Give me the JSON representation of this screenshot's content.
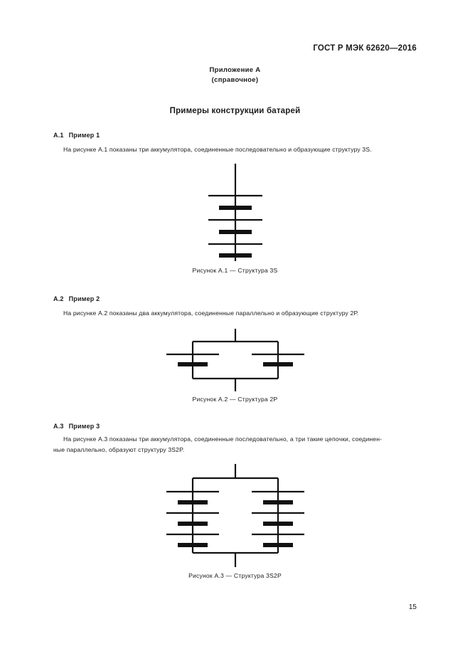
{
  "header": {
    "standard_title": "ГОСТ Р МЭК 62620—2016"
  },
  "annex": {
    "title": "Приложение А",
    "subtitle": "(справочное)",
    "heading": "Примеры конструкции батарей"
  },
  "sections": [
    {
      "number": "А.1",
      "title": "Пример 1",
      "text": "На рисунке А.1 показаны три аккумулятора, соединенные последовательно и образующие структуру 3S.",
      "figure_caption": "Рисунок А.1 — Структура 3S"
    },
    {
      "number": "А.2",
      "title": "Пример 2",
      "text": "На рисунке А.2 показаны два аккумулятора, соединенные параллельно и образующие структуру 2Р.",
      "figure_caption": "Рисунок А.2 — Структура 2Р"
    },
    {
      "number": "А.3",
      "title": "Пример 3",
      "text_line1": "На рисунке А.3 показаны три аккумулятора, соединенные последовательно, а три такие цепочки, соединен-",
      "text_line2": "ные параллельно, образуют структуру 3S2P.",
      "figure_caption": "Рисунок А.3 — Структура 3S2P"
    }
  ],
  "diagrams": {
    "a1": {
      "type": "battery-series",
      "cells": 3,
      "structure": "3S"
    },
    "a2": {
      "type": "battery-parallel",
      "branches": 2,
      "cells_per_branch": 1,
      "structure": "2P"
    },
    "a3": {
      "type": "battery-series-parallel",
      "branches": 2,
      "cells_per_branch": 3,
      "structure": "3S2P"
    }
  },
  "footer": {
    "page_number": "15"
  },
  "colors": {
    "ink": "#1a1a1a",
    "paper": "#ffffff"
  }
}
